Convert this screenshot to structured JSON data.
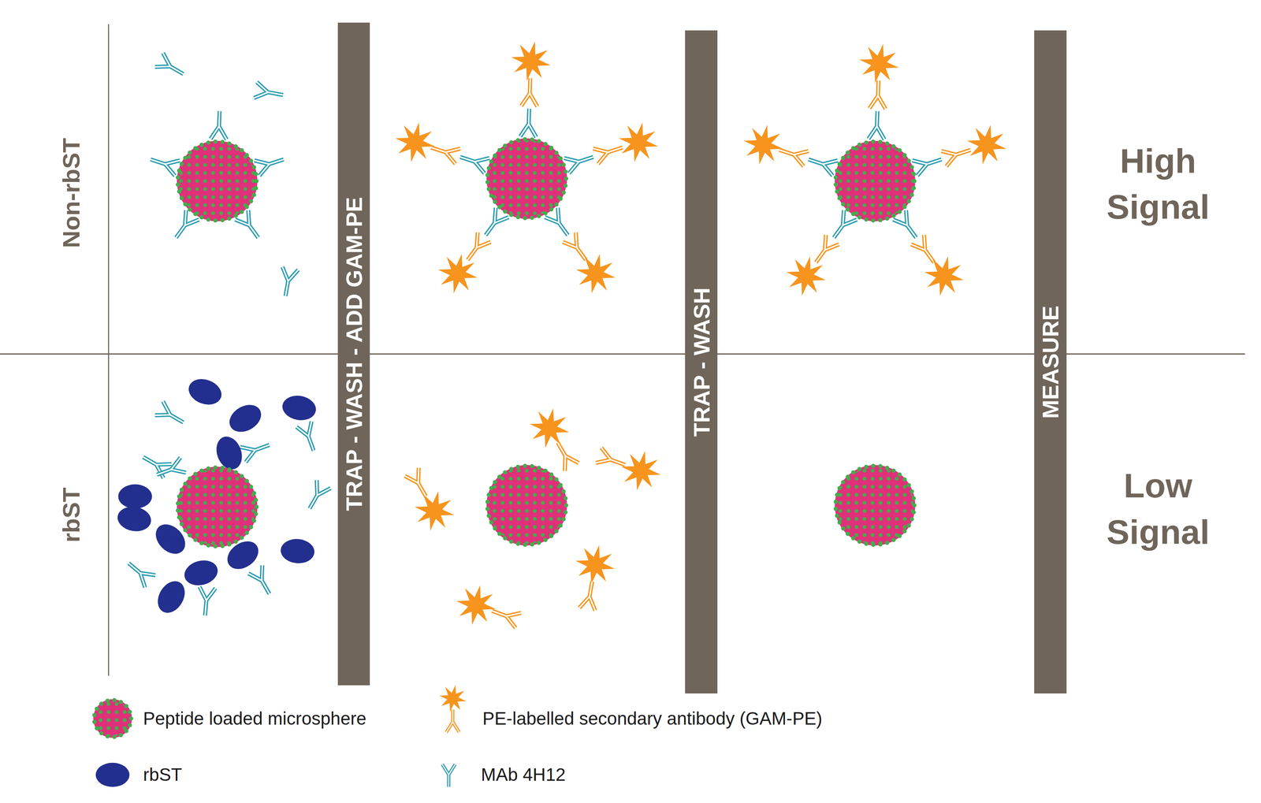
{
  "diagram": {
    "nodes": [
      {
        "text": [
          "TRAP - WASH - ADD GAM-PE"
        ]
      },
      {
        "text": [
          "TRAP - WASH"
        ]
      },
      {
        "text": [
          "MEASURE"
        ]
      }
    ],
    "labels": [
      "Non-rbST",
      "rbST",
      "High Signal",
      "Low Signal"
    ],
    "legend": [
      {
        "text": "Peptide loaded microsphere"
      },
      {
        "text": "PE-labelled secondary antibody (GAM-PE)"
      },
      {
        "text": "rbST"
      },
      {
        "text": "MAb 4H12"
      }
    ]
  }
}
